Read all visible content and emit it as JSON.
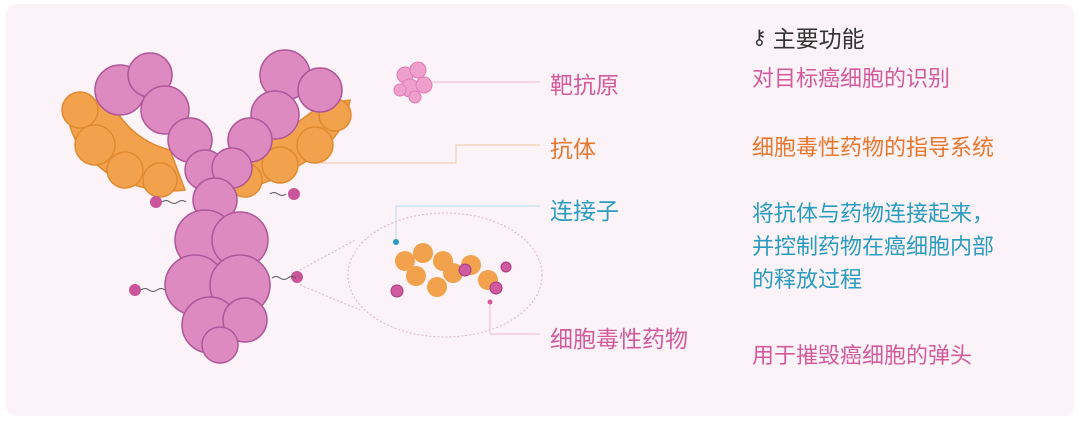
{
  "header": {
    "icon": "key-icon",
    "title": "主要功能"
  },
  "components": [
    {
      "label": "靶抗原",
      "function": "对目标癌细胞的识别",
      "color": "#d25b9c"
    },
    {
      "label": "抗体",
      "function": "细胞毒性药物的指导系统",
      "color": "#e8772e"
    },
    {
      "label": "连接子",
      "function_lines": [
        "将抗体与药物连接起来，",
        "并控制药物在癌细胞内部",
        "的释放过程"
      ],
      "color": "#2a9cbf"
    },
    {
      "label": "细胞毒性药物",
      "function": "用于摧毁癌细胞的弹头",
      "color": "#d25b9c"
    }
  ]
}
